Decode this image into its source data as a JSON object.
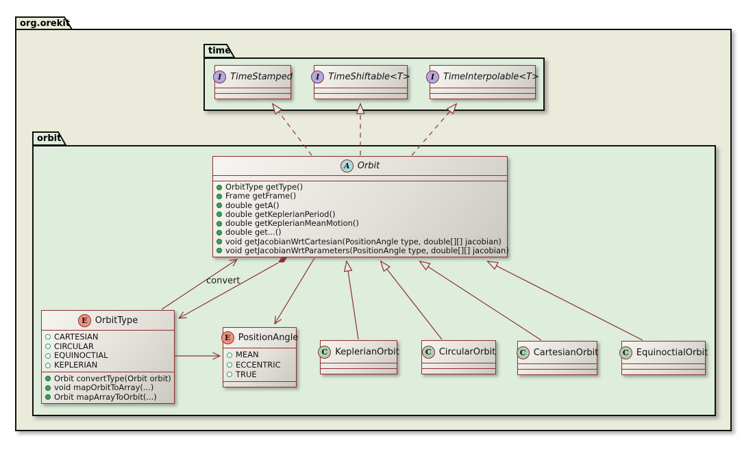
{
  "packages": {
    "outer": {
      "name": "org.orekit"
    },
    "time": {
      "name": "time"
    },
    "orbit": {
      "name": "orbit"
    }
  },
  "stereotypes": {
    "interface": "I",
    "abstract_class": "A",
    "enum": "E",
    "class": "C"
  },
  "classes": {
    "time_stamped": {
      "name": "TimeStamped"
    },
    "time_shiftable": {
      "name": "TimeShiftable<T>"
    },
    "time_interpolable": {
      "name": "TimeInterpolable<T>"
    },
    "orbit": {
      "name": "Orbit",
      "methods": [
        "OrbitType getType()",
        "Frame getFrame()",
        "double getA()",
        "double getKeplerianPeriod()",
        "double getKeplerianMeanMotion()",
        "double get...()",
        "void getJacobianWrtCartesian(PositionAngle type, double[][] jacobian)",
        "void getJacobianWrtParameters(PositionAngle type, double[][] jacobian)"
      ]
    },
    "orbit_type": {
      "name": "OrbitType",
      "constants": [
        "CARTESIAN",
        "CIRCULAR",
        "EQUINOCTIAL",
        "KEPLERIAN"
      ],
      "methods": [
        "Orbit convertType(Orbit orbit)",
        "void mapOrbitToArray(...)",
        "Orbit mapArrayToOrbit(...)"
      ]
    },
    "position_angle": {
      "name": "PositionAngle",
      "constants": [
        "MEAN",
        "ECCENTRIC",
        "TRUE"
      ]
    },
    "keplerian_orbit": {
      "name": "KeplerianOrbit"
    },
    "circular_orbit": {
      "name": "CircularOrbit"
    },
    "cartesian_orbit": {
      "name": "CartesianOrbit"
    },
    "equinoctial_orbit": {
      "name": "EquinoctialOrbit"
    }
  },
  "relationships": {
    "convert_label": "convert"
  },
  "colors": {
    "line": "#8E2D2D",
    "package_outer_bg": "#EBEBDB",
    "package_inner_bg": "#DEEDDC",
    "interface_icon_bg": "#B4A7E5",
    "abstract_icon_bg": "#A9DCDF",
    "enum_icon_bg": "#EB937F",
    "class_icon_bg": "#ADD1B2",
    "member_public_bullet": "#44A051"
  }
}
